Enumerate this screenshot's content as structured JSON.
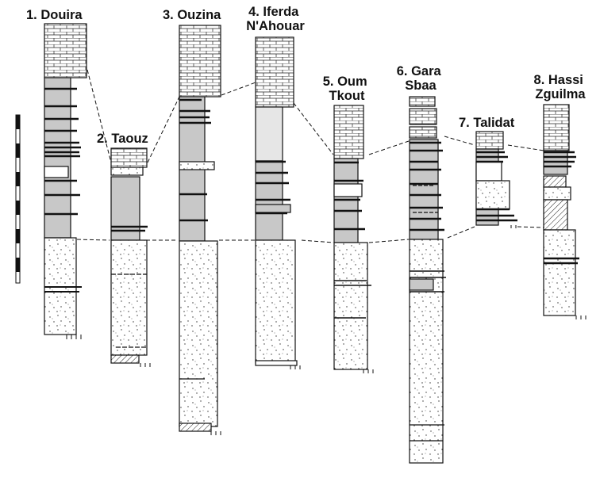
{
  "sections": [
    {
      "id": "douira",
      "title_lines": [
        "1. Douira"
      ]
    },
    {
      "id": "taouz",
      "title_lines": [
        "2. Taouz"
      ]
    },
    {
      "id": "ouzina",
      "title_lines": [
        "3. Ouzina"
      ]
    },
    {
      "id": "iferda",
      "title_lines": [
        "4. Iferda",
        "N'Ahouar"
      ]
    },
    {
      "id": "oum-tkout",
      "title_lines": [
        "5. Oum",
        "Tkout"
      ]
    },
    {
      "id": "gara-sbaa",
      "title_lines": [
        "6. Gara",
        "Sbaa"
      ]
    },
    {
      "id": "talidat",
      "title_lines": [
        "7. Talidat"
      ]
    },
    {
      "id": "hassi-zguilma",
      "title_lines": [
        "8. Hassi",
        "Zguilma"
      ]
    }
  ],
  "colors": {
    "outline": "#111111",
    "limestone": "#ffffff",
    "dark_shale": "#2a2a2a",
    "grey_shale": "#c8c8c8",
    "light_grey": "#e6e6e6",
    "sandstone": "#ffffff"
  },
  "icons": {
    "limestone": "brick-pattern",
    "sandstone": "stipple-pattern",
    "basal_unit": "diagonal-hatch-pattern"
  }
}
